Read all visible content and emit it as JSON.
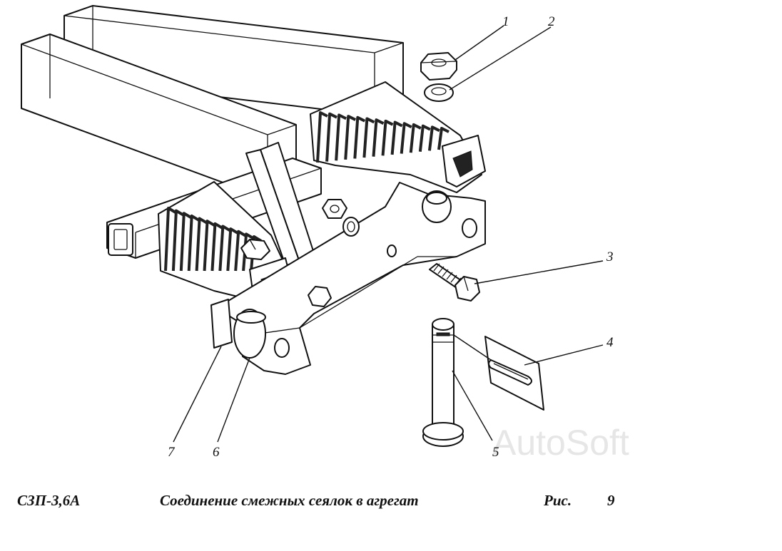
{
  "callouts": {
    "c1": "1",
    "c2": "2",
    "c3": "3",
    "c4": "4",
    "c5": "5",
    "c6": "6",
    "c7": "7"
  },
  "watermark": "AutoSoft",
  "caption": {
    "model": "СЗП-3,6А",
    "title": "Соединение смежных сеялок в агрегат",
    "figure_label": "Рис.",
    "figure_number": "9"
  }
}
